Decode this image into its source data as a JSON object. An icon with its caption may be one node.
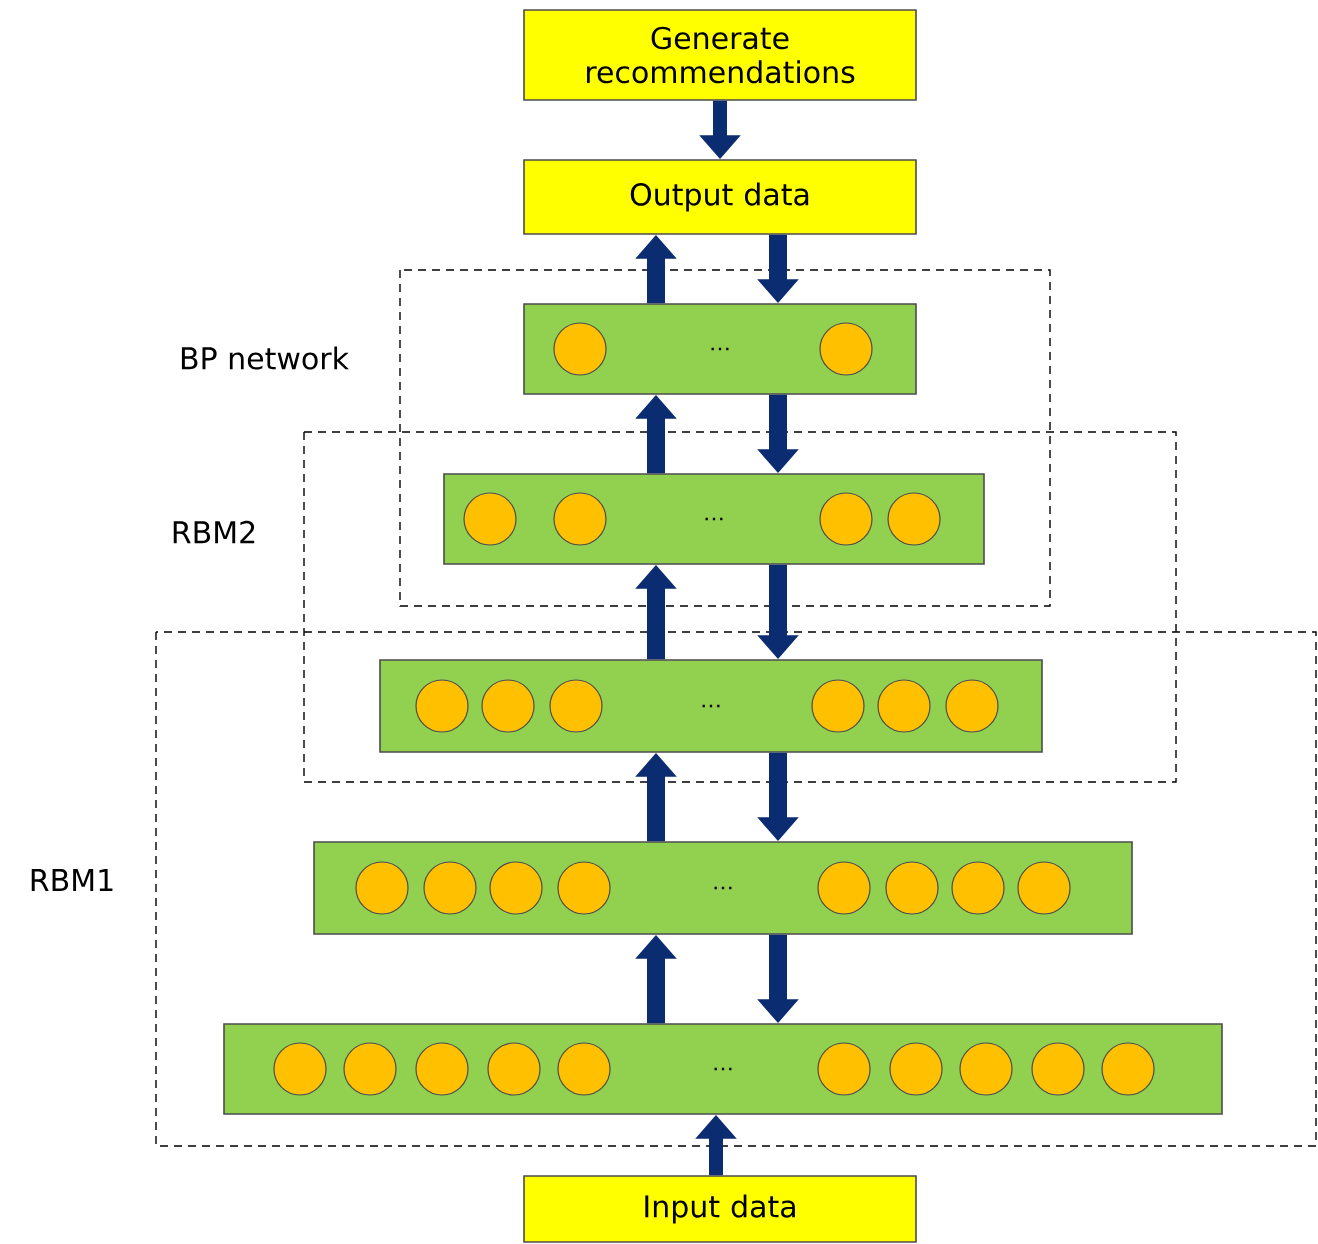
{
  "diagram": {
    "nodes": [
      {
        "text": [
          "Generate recommendations"
        ]
      },
      {
        "text": [
          "Output data"
        ]
      },
      {
        "text": [
          "…"
        ]
      },
      {
        "text": [
          "…"
        ]
      },
      {
        "text": [
          "…"
        ]
      },
      {
        "text": [
          "…"
        ]
      },
      {
        "text": [
          "…"
        ]
      },
      {
        "text": [
          "Input data"
        ]
      }
    ],
    "edges": [
      {
        "from": 0,
        "to": 1,
        "arrow": "to"
      },
      {
        "from": 2,
        "to": 1,
        "arrow": "to"
      },
      {
        "from": 1,
        "to": 2,
        "arrow": "to"
      },
      {
        "from": 3,
        "to": 2,
        "arrow": "to"
      },
      {
        "from": 2,
        "to": 3,
        "arrow": "to"
      },
      {
        "from": 4,
        "to": 3,
        "arrow": "to"
      },
      {
        "from": 3,
        "to": 4,
        "arrow": "to"
      },
      {
        "from": 5,
        "to": 4,
        "arrow": "to"
      },
      {
        "from": 4,
        "to": 5,
        "arrow": "to"
      },
      {
        "from": 6,
        "to": 5,
        "arrow": "to"
      },
      {
        "from": 5,
        "to": 6,
        "arrow": "to"
      },
      {
        "from": 7,
        "to": 6,
        "arrow": "to"
      }
    ],
    "labels": [
      "BP network",
      "RBM2",
      "RBM1"
    ]
  }
}
